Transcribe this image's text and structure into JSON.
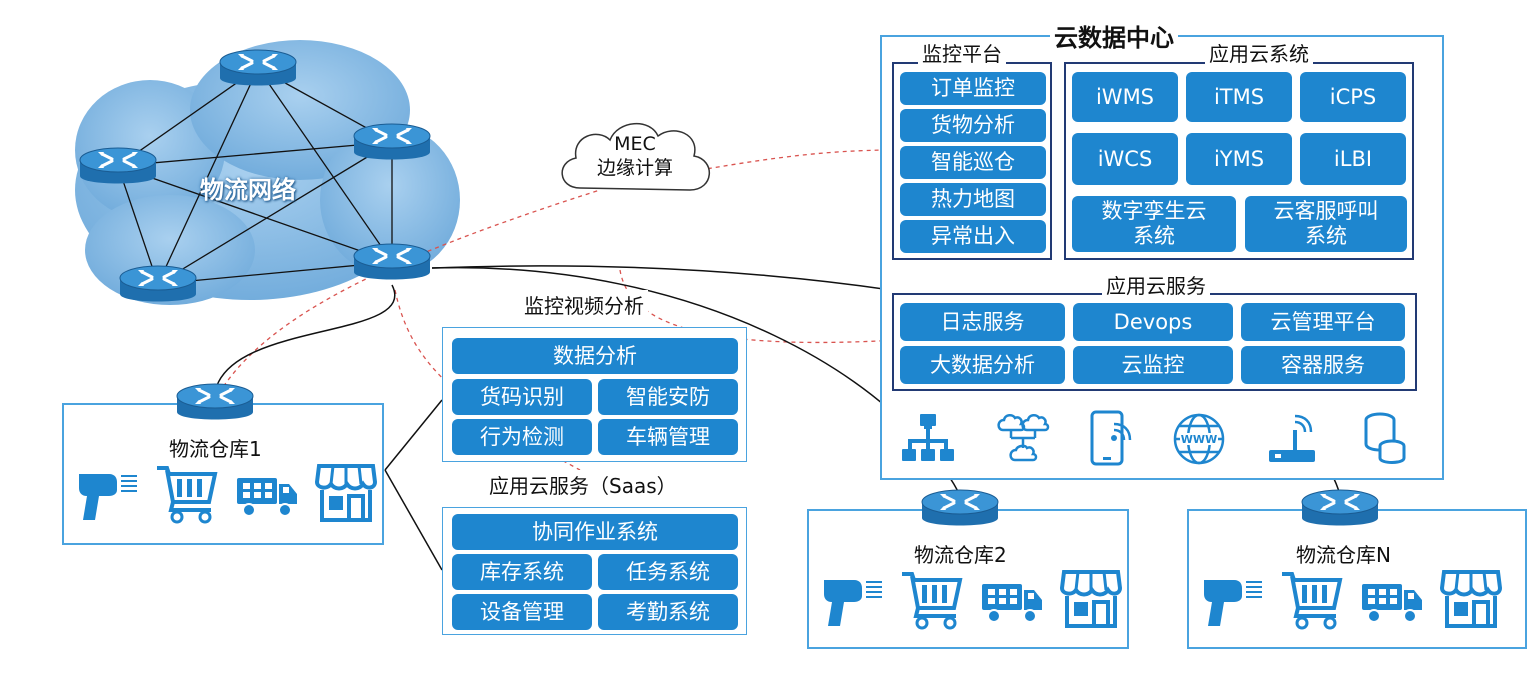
{
  "network": {
    "label": "物流网络"
  },
  "mec": {
    "line1": "MEC",
    "line2": "边缘计算"
  },
  "datacenter": {
    "title": "云数据中心",
    "monitor": {
      "title": "监控平台",
      "items": [
        "订单监控",
        "货物分析",
        "智能巡仓",
        "热力地图",
        "异常出入"
      ]
    },
    "apps": {
      "title": "应用云系统",
      "items": [
        "iWMS",
        "iTMS",
        "iCPS",
        "iWCS",
        "iYMS",
        "iLBI"
      ],
      "twin_line1": "数字孪生云",
      "twin_line2": "系统",
      "callcenter_line1": "云客服呼叫",
      "callcenter_line2": "系统"
    },
    "services": {
      "title": "应用云服务",
      "items": [
        "日志服务",
        "Devops",
        "云管理平台",
        "大数据分析",
        "云监控",
        "容器服务"
      ]
    },
    "bottom_icons": [
      "network-topology-icon",
      "cloud-nodes-icon",
      "mobile-wifi-icon",
      "www-globe-icon",
      "wireless-router-icon",
      "database-stack-icon"
    ]
  },
  "video": {
    "title": "监控视频分析",
    "header": "数据分析",
    "items": [
      "货码识别",
      "智能安防",
      "行为检测",
      "车辆管理"
    ]
  },
  "saas": {
    "title": "应用云服务（Saas）",
    "header": "协同作业系统",
    "items": [
      "库存系统",
      "任务系统",
      "设备管理",
      "考勤系统"
    ]
  },
  "warehouses": [
    {
      "name": "物流仓库1"
    },
    {
      "name": "物流仓库2"
    },
    {
      "name": "物流仓库N"
    }
  ],
  "warehouse_icons": [
    "barcode-scanner-icon",
    "shopping-cart-icon",
    "delivery-truck-icon",
    "storefront-icon"
  ],
  "colors": {
    "accent": "#1e86cf",
    "frame": "#4aa3df",
    "dark_frame": "#223a74",
    "cloud": "#7fb6e2",
    "dashed": "#d9534f"
  }
}
